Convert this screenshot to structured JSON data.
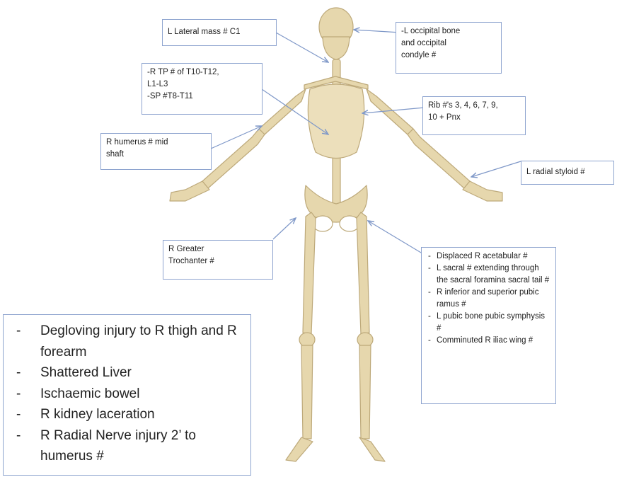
{
  "labels": {
    "c1": "L Lateral mass # C1",
    "occipital": "-L occipital bone\nand occipital\ncondyle #",
    "spine": "-R TP # of T10-T12,\nL1-L3\n-SP #T8-T11",
    "ribs": "Rib #'s 3, 4, 6, 7, 9,\n10 + Pnx",
    "humerus": "R humerus  # mid\nshaft",
    "radial": "L radial styloid #",
    "trochanter": "R Greater\nTrochanter #"
  },
  "pelvis_list": [
    "Displaced R acetabular #",
    "L sacral # extending through the sacral foramina sacral tail #",
    "R inferior and superior pubic ramus #",
    "L pubic bone pubic symphysis #",
    "Comminuted R iliac wing #"
  ],
  "injury_list": [
    "Degloving injury to R thigh and R forearm",
    "Shattered Liver",
    "Ischaemic bowel",
    "R kidney laceration",
    "R Radial Nerve injury 2’ to humerus #"
  ],
  "colors": {
    "bone": "#e6d7ad",
    "bone_shade": "#c4b080",
    "box_border": "#8ea4cf",
    "arrow": "#7f98c8"
  }
}
